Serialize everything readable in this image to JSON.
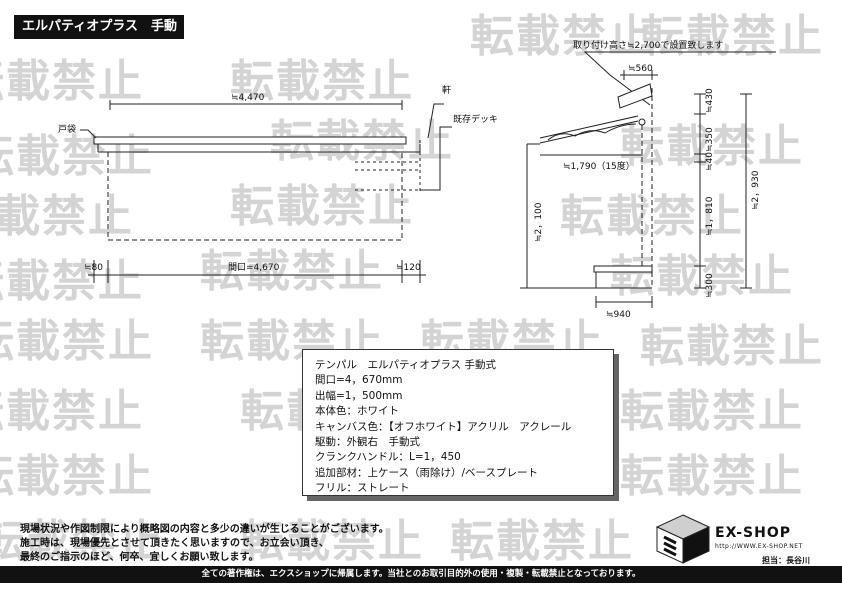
{
  "title": "エルパティオプラス　手動式",
  "watermark": "転載禁止",
  "plan": {
    "labels": {
      "width_top": "≒4,470",
      "to_bukuro": "戸袋",
      "eave": "軒",
      "deck": "既存デッキ",
      "left_margin": "≒80",
      "opening": "間口=4,670",
      "right_margin": "≒120"
    }
  },
  "side": {
    "labels": {
      "install_height": "取り付け高さ≒2,700で設置致します",
      "bracket": "≒560",
      "projection": "≒1,790（15度）",
      "height_front": "≒2，100",
      "base_width": "≒940",
      "d430": "≒430",
      "d350": "≒350",
      "d40": "≒40",
      "d1810": "≒1，810",
      "d300": "≒300",
      "total": "≒2，930"
    }
  },
  "spec_lines": [
    "テンパル　エルパティオプラス 手動式",
    "間口=4，670mm",
    "出幅=1，500mm",
    "本体色：ホワイト",
    "キャンバス色：【オフホワイト】アクリル　アクレール",
    "駆動：外観右　手動式",
    "クランクハンドル：L=1，450",
    "追加部材：上ケース（雨除け）/ベースプレート",
    "フリル：ストレート"
  ],
  "notes": [
    "現場状況や作図制限により概略図の内容と多少の違いが生じることがございます。",
    "施工時は、現場優先とさせて頂きたく思いますので、お立会い頂き、",
    "最終のご指示のほど、何卒、宜しくお願い致します。"
  ],
  "footer": "全ての著作権は、エクスショップに帰属します。当社とのお取引目的外の使用・複製・転載禁止となっております。",
  "logo": {
    "brand": "EX-SHOP",
    "url": "http://WWW.EX-SHOP.NET",
    "contact": "担当：長谷川"
  }
}
